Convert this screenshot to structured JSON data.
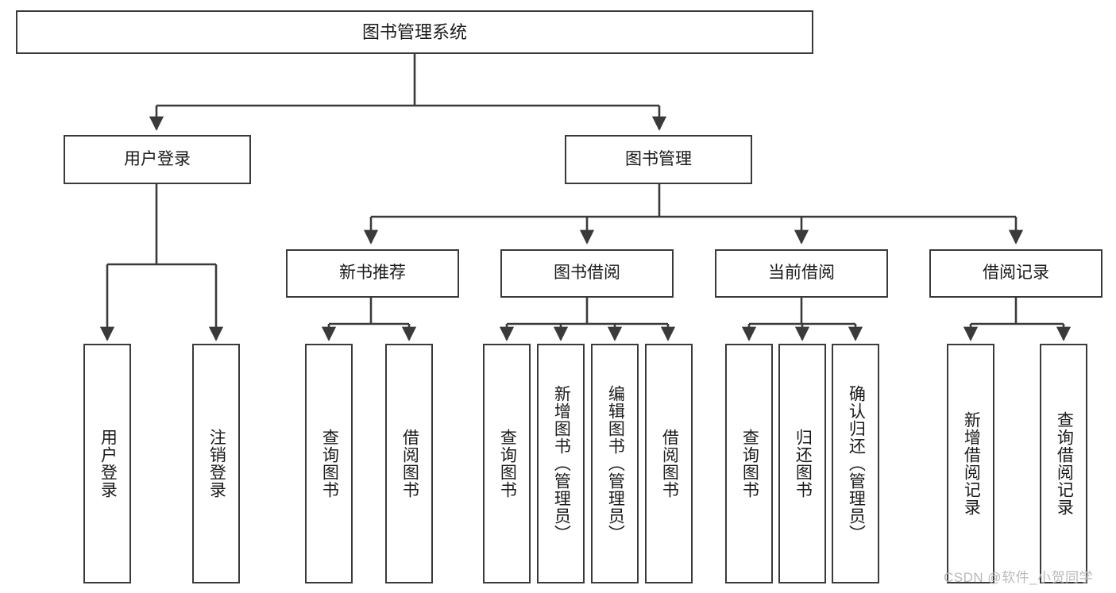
{
  "diagram": {
    "title": "图书管理系统",
    "type": "hierarchy-tree",
    "watermark": "CSDN @软件_小贺同学",
    "colors": {
      "stroke": "#3a3a3a",
      "fill": "#ffffff",
      "text": "#1a1a1a",
      "watermark": "#b9b9b9"
    },
    "levels": {
      "root": {
        "label": "图书管理系统"
      },
      "level2": [
        {
          "label": "用户登录"
        },
        {
          "label": "图书管理"
        }
      ],
      "level3": [
        {
          "label": "新书推荐"
        },
        {
          "label": "图书借阅"
        },
        {
          "label": "当前借阅"
        },
        {
          "label": "借阅记录"
        }
      ],
      "leaves": {
        "user_login": [
          {
            "label": "用户登录"
          },
          {
            "label": "注销登录"
          }
        ],
        "new_book_recommend": [
          {
            "label": "查询图书"
          },
          {
            "label": "借阅图书"
          }
        ],
        "book_borrow": [
          {
            "label": "查询图书"
          },
          {
            "label": "新增图书（管理员）"
          },
          {
            "label": "编辑图书（管理员）"
          },
          {
            "label": "借阅图书"
          }
        ],
        "current_borrow": [
          {
            "label": "查询图书"
          },
          {
            "label": "归还图书"
          },
          {
            "label": "确认归还（管理员）"
          }
        ],
        "borrow_record": [
          {
            "label": "新增借阅记录"
          },
          {
            "label": "查询借阅记录"
          }
        ]
      }
    }
  }
}
